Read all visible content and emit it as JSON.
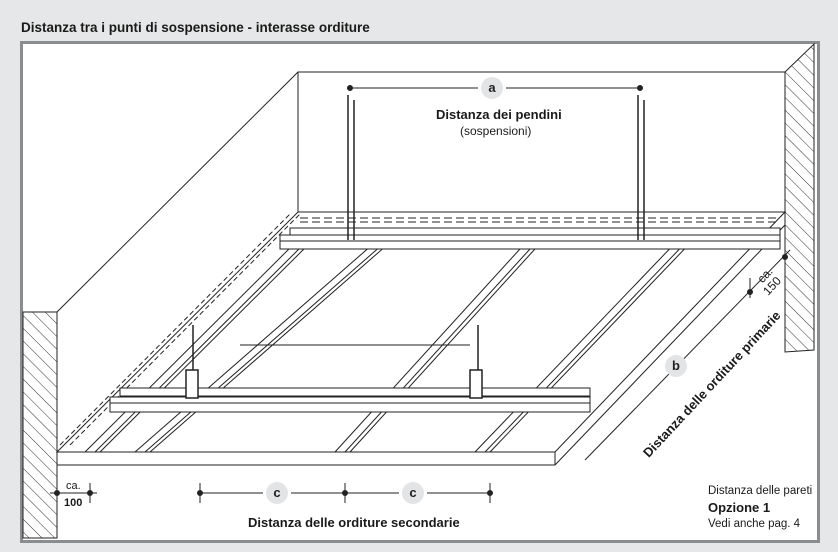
{
  "title": "Distanza tra i punti di sospensione - interasse orditure",
  "labels": {
    "a": "a",
    "b": "b",
    "c1": "c",
    "c2": "c",
    "pendini": "Distanza dei pendini",
    "sospensioni": "(sospensioni)",
    "primarie": "Distanza delle orditure primarie",
    "secondarie": "Distanza delle orditure secondarie",
    "ca150_ca": "ca.",
    "ca150_val": "150",
    "ca100_ca": "ca.",
    "ca100_val": "100"
  },
  "note": {
    "line1": "Distanza delle pareti",
    "line2": "Opzione 1",
    "line3": "Vedi anche pag. 4"
  }
}
